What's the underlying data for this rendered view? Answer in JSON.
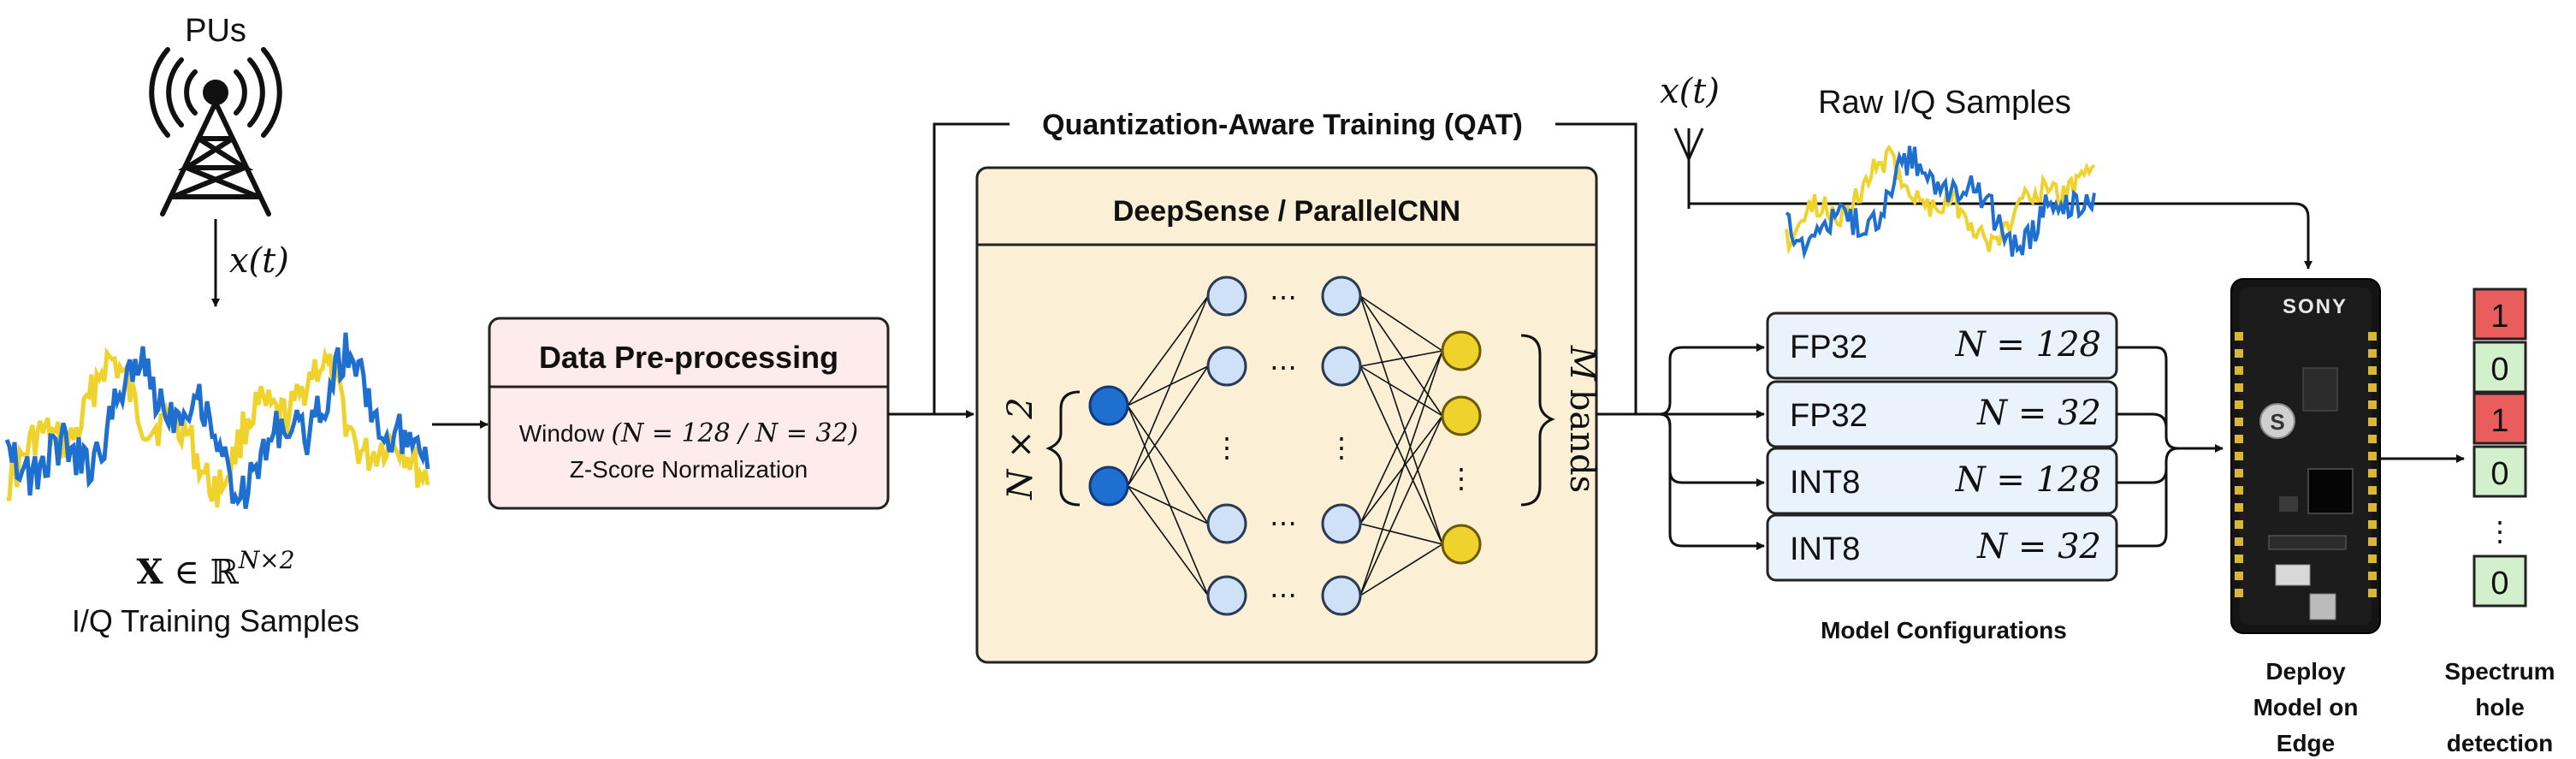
{
  "pus": {
    "label": "PUs",
    "signal": "x(t)"
  },
  "training": {
    "math_bold": "X",
    "math_rest": " ∈ ℝ",
    "math_sup": "N×2",
    "label": "I/Q Training Samples"
  },
  "preprocess": {
    "title": "Data Pre-processing",
    "window_prefix": "Window",
    "window_expr": "(N = 128 / N = 32)",
    "norm": "Z-Score Normalization"
  },
  "qat": {
    "label": "Quantization-Aware Training (QAT)"
  },
  "network": {
    "title": "DeepSense / ParallelCNN",
    "input_label": "N × 2",
    "output_label_math": "M",
    "output_label_text": "bands",
    "ellipsis_h": "⋯",
    "ellipsis_v": "⋮"
  },
  "raw": {
    "signal": "x(t)",
    "label": "Raw I/Q Samples"
  },
  "configs": {
    "caption": "Model Configurations",
    "items": [
      {
        "precision": "FP32",
        "window": "N = 128"
      },
      {
        "precision": "FP32",
        "window": "N = 32"
      },
      {
        "precision": "INT8",
        "window": "N = 128"
      },
      {
        "precision": "INT8",
        "window": "N = 32"
      }
    ]
  },
  "device": {
    "brand": "SONY",
    "logo": "S",
    "caption_lines": [
      "Deploy",
      "Model on",
      "Edge"
    ]
  },
  "detection": {
    "values": [
      "1",
      "0",
      "1",
      "0",
      "⋮",
      "0"
    ],
    "caption_lines": [
      "Spectrum",
      "hole",
      "detection"
    ]
  },
  "colors": {
    "blue": "#1f6fd1",
    "yellow": "#f0d22c",
    "preprocess_fill": "#fdeceb",
    "network_fill": "#fbf0d5",
    "config_fill": "#eaf2fb",
    "red_cell": "#ea5d5d",
    "green_cell": "#d3f0cd"
  }
}
